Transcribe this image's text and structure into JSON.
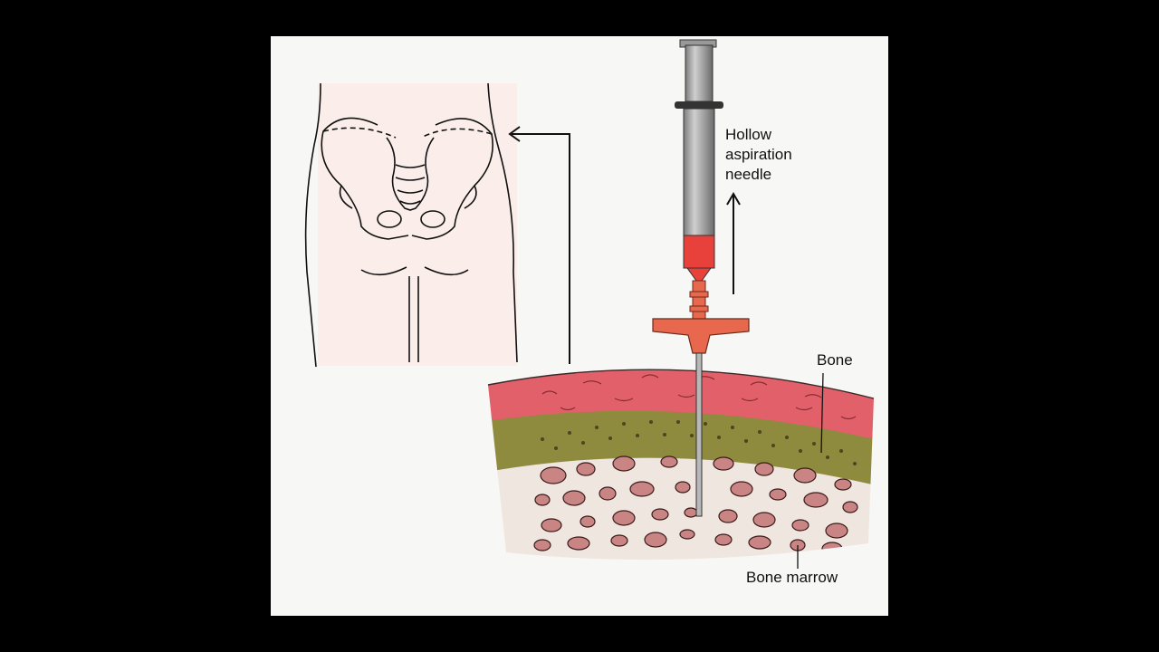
{
  "labels": {
    "needle_line1": "Hollow",
    "needle_line2": "aspiration",
    "needle_line3": "needle",
    "bone": "Bone",
    "bone_marrow": "Bone marrow"
  },
  "colors": {
    "background": "#000000",
    "paper": "#f7f7f5",
    "bone_cortex": "#e2606a",
    "spongy_layer": "#8e8a3e",
    "marrow_fill": "#efe6df",
    "marrow_particles": "#c98583",
    "needle_hub": "#e8684e",
    "blood": "#e8403a",
    "syringe_barrel": "#a9a9a9"
  },
  "icons": {
    "pelvis": "pelvis-illustration",
    "syringe": "syringe-needle-illustration"
  }
}
